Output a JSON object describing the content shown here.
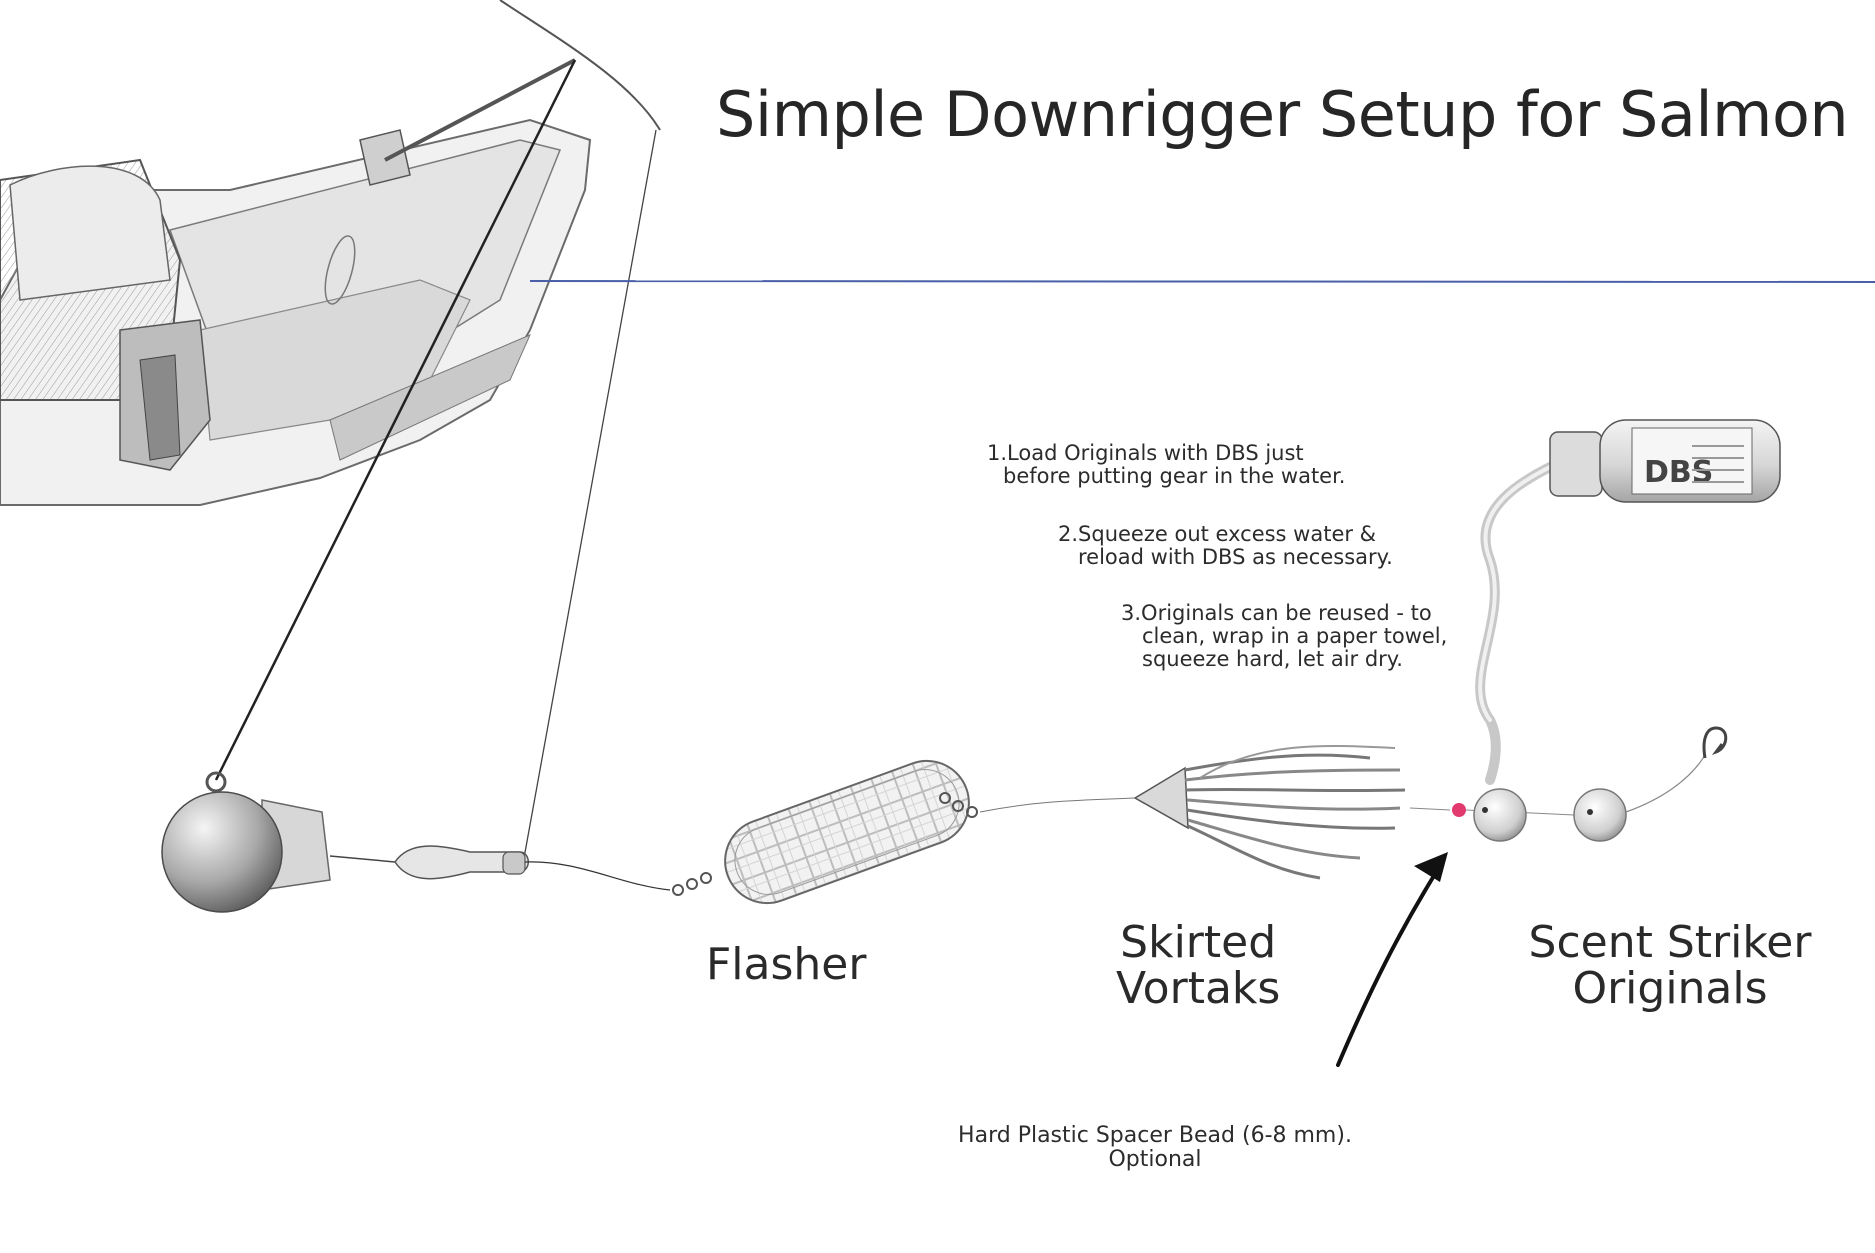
{
  "title": "Simple Downrigger Setup for Salmon",
  "labels": {
    "flasher": "Flasher",
    "vortaks_line1": "Skirted",
    "vortaks_line2": "Vortaks",
    "scent_line1": "Scent Striker",
    "scent_line2": "Originals"
  },
  "steps": [
    {
      "num": "1.",
      "line1": "Load Originals with DBS just",
      "line2": "before putting gear in the water."
    },
    {
      "num": "2.",
      "line1": "Squeeze out excess water &",
      "line2": "reload with DBS as necessary."
    },
    {
      "num": "3.",
      "line1": "Originals can be reused - to",
      "line2": "clean, wrap in a paper towel,",
      "line3": "squeeze hard, let air dry."
    }
  ],
  "bead_note": {
    "line1": "Hard Plastic Spacer Bead (6-8 mm).",
    "line2": "Optional"
  },
  "bottle_label": "DBS",
  "colors": {
    "water_line": "#4a5fa8",
    "bead": "#e23a6e",
    "text": "#2b2b2b"
  }
}
